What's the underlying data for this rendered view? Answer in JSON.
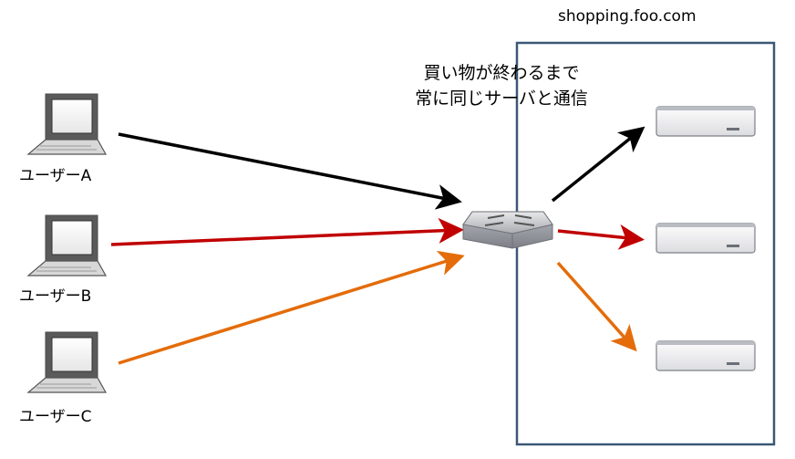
{
  "domain_label": "shopping.foo.com",
  "note": {
    "line1": "買い物が終わるまで",
    "line2": "常に同じサーバと通信"
  },
  "users": [
    {
      "label": "ユーザーA",
      "color": "#000000"
    },
    {
      "label": "ユーザーB",
      "color": "#c00000"
    },
    {
      "label": "ユーザーC",
      "color": "#e46c0a"
    }
  ],
  "icons": {
    "client": "laptop-icon",
    "balancer": "network-switch-icon",
    "server": "server-icon"
  },
  "colors": {
    "frame": "#3b5876",
    "arrow_a": "#000000",
    "arrow_b": "#c00000",
    "arrow_c": "#e46c0a"
  }
}
